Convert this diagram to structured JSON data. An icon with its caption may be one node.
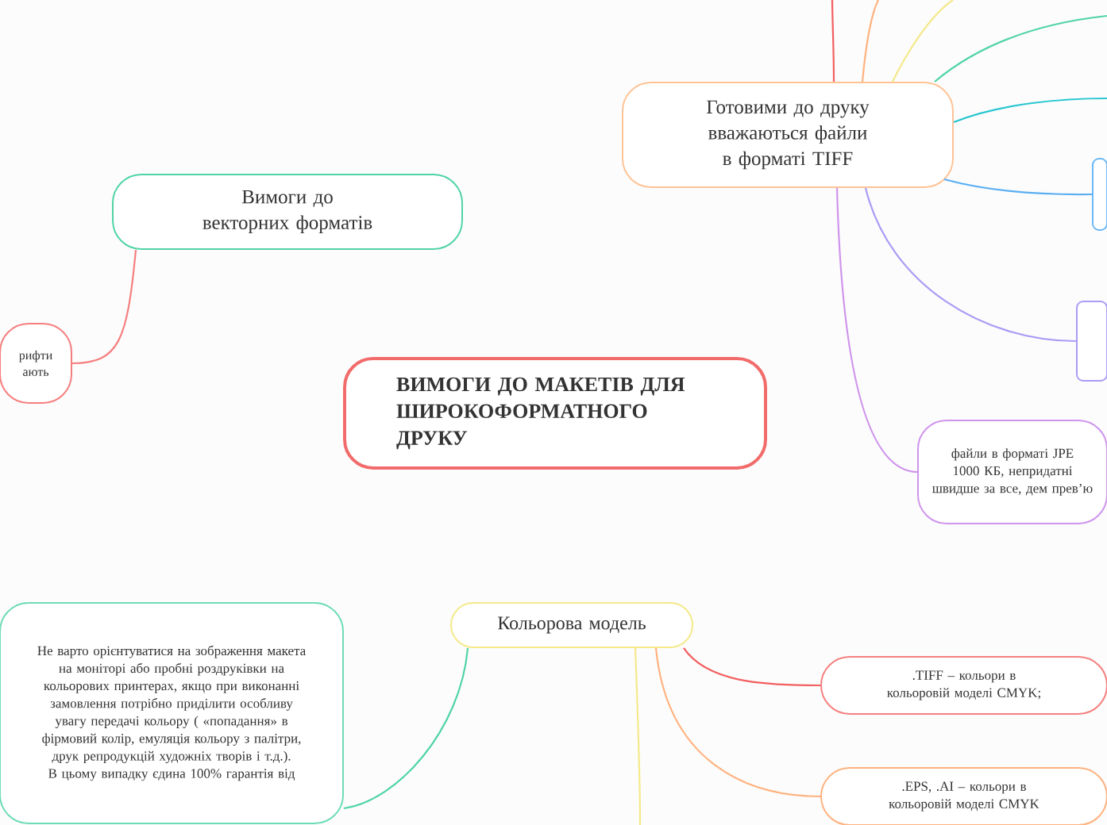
{
  "diagram": {
    "nodes": [
      {
        "text": [
          "ВИМОГИ ДО МАКЕТІВ ДЛЯ ШИРОКОФОРМАТНОГО ДРУКУ"
        ]
      },
      {
        "text": [
          "Вимоги до векторних форматів"
        ]
      },
      {
        "text": [
          "рифти ають"
        ]
      },
      {
        "text": [
          "Готовими до друку вважаються файли в форматі TIFF"
        ]
      },
      {
        "text": [],
        "shape": "box"
      },
      {
        "text": [],
        "shape": "box"
      },
      {
        "text": [
          "файли в форматі JPE 1000 КБ, непридатні швидше за все, дем прев’ю"
        ]
      },
      {
        "text": [
          "Кольорова модель"
        ]
      },
      {
        "text": [
          "Не варто орієнтуватися на зображення макета на моніторі або пробні роздруківки на кольорових принтерах, якщо при виконанні замовлення потрібно приділити особливу увагу передачі кольору ( «попадання» в фірмовий колір, емуляція кольору з палітри, друк репродукцій художніх творів і т.д.). В цьому випадку єдина 100% гарантія від"
        ]
      },
      {
        "text": [
          ".TIFF – кольори в кольоровій моделі CMYK;"
        ]
      },
      {
        "text": [
          ".EPS, .AI – кольори в кольоровій моделі CMYK"
        ]
      }
    ],
    "edges": [
      {
        "from": 1,
        "to": 2,
        "arrow": "none",
        "color": "#f57f7f"
      },
      {
        "from": 3,
        "to": null,
        "arrow": "none",
        "color": "#f25f5f"
      },
      {
        "from": 3,
        "to": null,
        "arrow": "none",
        "color": "#ffb27f"
      },
      {
        "from": 3,
        "to": null,
        "arrow": "none",
        "color": "#f5e98a"
      },
      {
        "from": 3,
        "to": null,
        "arrow": "none",
        "color": "#4fd4a4"
      },
      {
        "from": 3,
        "to": null,
        "arrow": "none",
        "color": "#26c6d0"
      },
      {
        "from": 3,
        "to": 4,
        "arrow": "none",
        "color": "#5aaef2"
      },
      {
        "from": 3,
        "to": 5,
        "arrow": "none",
        "color": "#a99cf5"
      },
      {
        "from": 3,
        "to": 6,
        "arrow": "none",
        "color": "#cf94ec"
      },
      {
        "from": 7,
        "to": 8,
        "arrow": "none",
        "color": "#4fd4a4"
      },
      {
        "from": 7,
        "to": null,
        "arrow": "none",
        "color": "#f5e98a"
      },
      {
        "from": 7,
        "to": 9,
        "arrow": "none",
        "color": "#f25f5f"
      },
      {
        "from": 7,
        "to": 10,
        "arrow": "none",
        "color": "#ffb27f"
      }
    ]
  }
}
